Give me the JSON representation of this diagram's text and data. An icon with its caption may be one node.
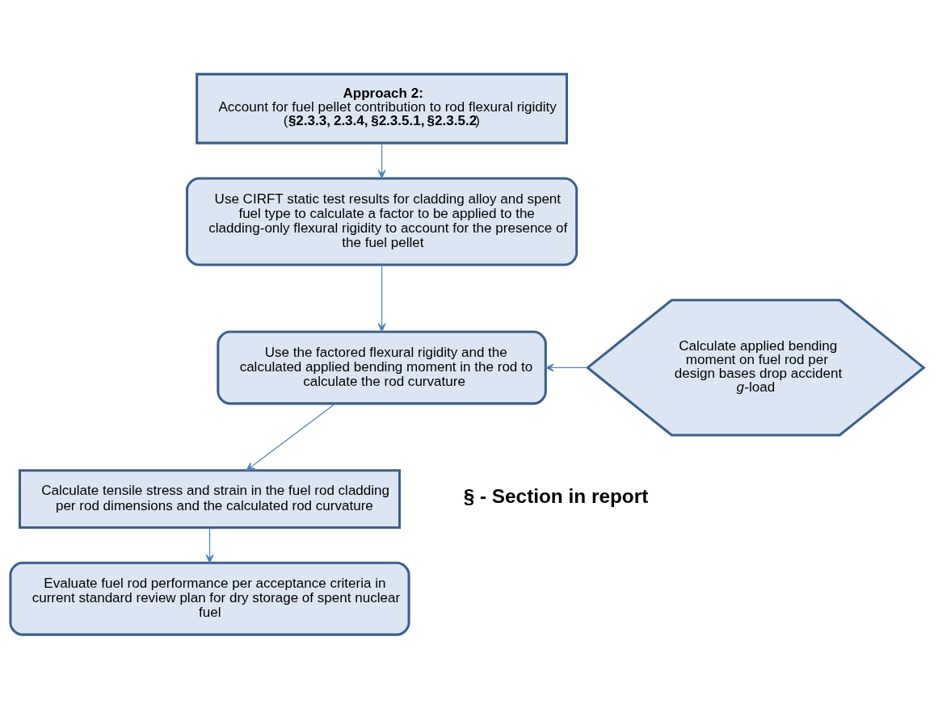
{
  "diagram": {
    "nodes": [
      {
        "text": [
          "Approach 2:",
          "Account for fuel pellet contribution to rod flexural rigidity (**§2.3.3, 2.3.4, §2.3.5.1, §2.3.5.2**)"
        ]
      },
      {
        "text": [
          "Use CIRFT static test results for cladding alloy and spent fuel type to calculate a factor to be applied to the cladding-only flexural rigidity to account for the presence of the fuel pellet"
        ]
      },
      {
        "text": [
          "Use the factored flexural rigidity and the calculated applied bending moment in the rod to calculate the rod curvature"
        ]
      },
      {
        "text": [
          "Calculate applied bending moment on fuel rod per design bases drop accident *g*-load"
        ]
      },
      {
        "text": [
          "Calculate tensile stress and strain in the fuel rod cladding per rod dimensions and the calculated rod curvature"
        ]
      },
      {
        "text": [
          "Evaluate fuel rod performance per acceptance criteria in current standard review plan for dry storage of spent nuclear fuel"
        ]
      }
    ],
    "edges": [
      {
        "from": 0,
        "to": 1,
        "arrow": "to"
      },
      {
        "from": 1,
        "to": 2,
        "arrow": "to"
      },
      {
        "from": 3,
        "to": 2,
        "arrow": "to"
      },
      {
        "from": 2,
        "to": 4,
        "arrow": "to"
      },
      {
        "from": 4,
        "to": 5,
        "arrow": "to"
      }
    ],
    "labels": [
      "§ - Section in report"
    ]
  }
}
